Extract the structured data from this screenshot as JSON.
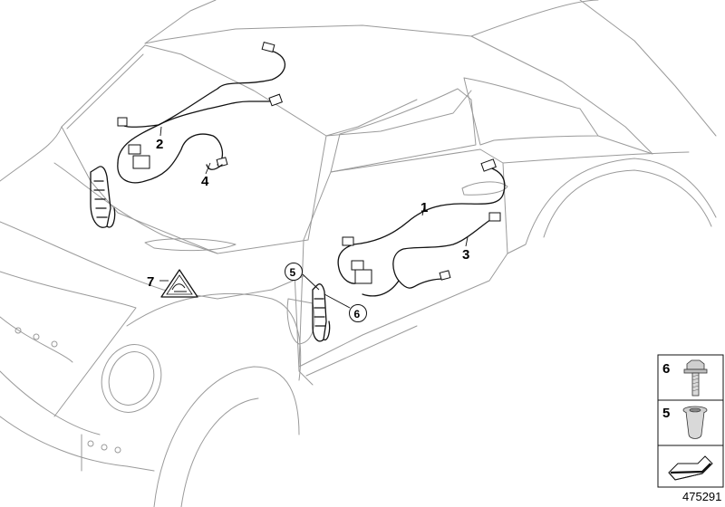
{
  "callouts": {
    "c1": "1",
    "c2": "2",
    "c3": "3",
    "c4": "4",
    "c5": "5",
    "c6": "6",
    "c7": "7"
  },
  "legend": {
    "item6": "6",
    "item5": "5"
  },
  "reference_number": "475291",
  "icons": [
    "bolt-icon",
    "rivet-nut-icon",
    "arrow-panel-icon",
    "warning-triangle-icon"
  ]
}
